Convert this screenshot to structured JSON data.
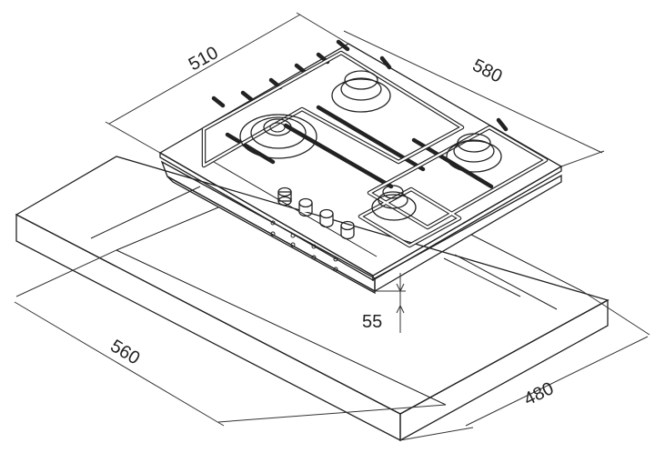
{
  "title": "Gas hob installation dimensions",
  "dimensions": {
    "hob_width": "510",
    "hob_depth": "580",
    "hob_height": "55",
    "cutout_width": "560",
    "cutout_depth": "480"
  },
  "burners": 4,
  "knobs": 4
}
